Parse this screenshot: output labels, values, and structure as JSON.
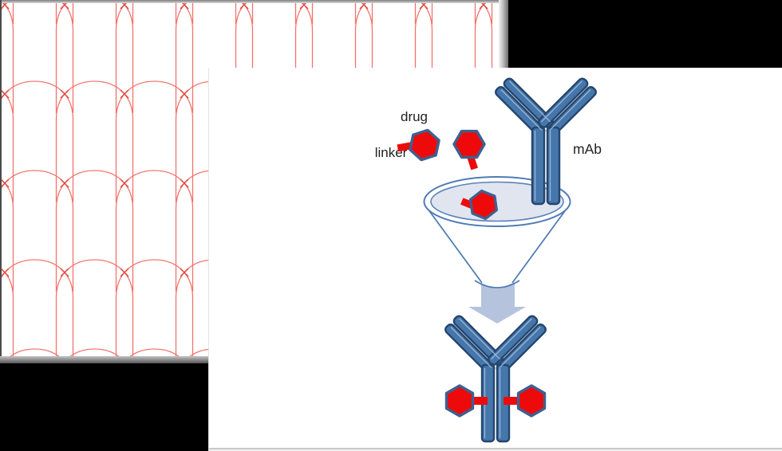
{
  "scene": {
    "description": "Antibody-drug conjugate assembly diagram over a red arch-pattern slide",
    "background_color": "#000000"
  },
  "pattern_panel": {
    "pattern": "overlapping red arches",
    "line_color": "#f2736c",
    "paper_color": "#ffffff"
  },
  "diagram": {
    "labels": {
      "drug": "drug",
      "linker": "linker",
      "antibody": "mAb"
    },
    "colors": {
      "hexagon_fill": "#ee0a0a",
      "hexagon_border": "#3c6191",
      "antibody_fill": "#4677ac",
      "antibody_border": "#24466e",
      "antibody_highlight": "#9bb6d4",
      "funnel_bowl_fill": "#e0e5f0",
      "funnel_outline": "#4f7cb5",
      "arrow_fill": "#b5c3dd",
      "label_text": "#1f1f1f"
    },
    "elements": [
      "drug-linker-hexagon",
      "free-drug-hexagon",
      "mab-antibody",
      "mixing-funnel",
      "funnel-drug-hexagon",
      "down-arrow",
      "conjugated-antibody-with-two-drugs"
    ]
  }
}
